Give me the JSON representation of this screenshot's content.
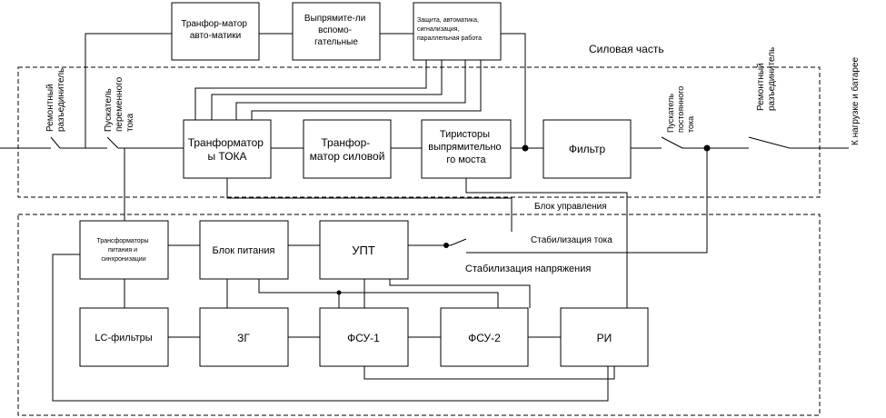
{
  "sections": {
    "power": "Силовая часть",
    "control": "Блок управления"
  },
  "blocks": {
    "autotransformer": [
      "Транфор-матор",
      "авто-матики"
    ],
    "aux_rectifiers": [
      "Выпрямите-ли",
      "вспомо-",
      "гательные"
    ],
    "protection": [
      "Защита, автоматика,",
      "сигнализация,",
      "параллельная работа"
    ],
    "current_transformer": [
      "Транформатор",
      "ы ТОКА"
    ],
    "power_transformer": [
      "Транфор-",
      "матор силовой"
    ],
    "thyristor_bridge": [
      "Тиристоры",
      "выпрямительно",
      "го моста"
    ],
    "filter": [
      "Фильтр"
    ],
    "sync_transformers": [
      "Трансформаторы",
      "питания и",
      "синхронизации"
    ],
    "power_unit": [
      "Блок питания"
    ],
    "upt": [
      "УПТ"
    ],
    "lc_filters": [
      "LC-фильтры"
    ],
    "zg": [
      "ЗГ"
    ],
    "fsu1": [
      "ФСУ-1"
    ],
    "fsu2": [
      "ФСУ-2"
    ],
    "ri": [
      "РИ"
    ]
  },
  "switch_labels": {
    "repair_disconnector_in": [
      "Ремонтный",
      "разъединитель"
    ],
    "ac_starter": [
      "Пускатель",
      "переменного",
      "тока"
    ],
    "dc_starter": [
      "Пускатель",
      "постоянного",
      "тока"
    ],
    "repair_disconnector_out": [
      "Ремонтный",
      "разъединитель"
    ],
    "output": "К нагрузке и батарее"
  },
  "signals": {
    "current_stabilization": "Стабилизация тока",
    "voltage_stabilization": "Стабилизация напряжения"
  }
}
